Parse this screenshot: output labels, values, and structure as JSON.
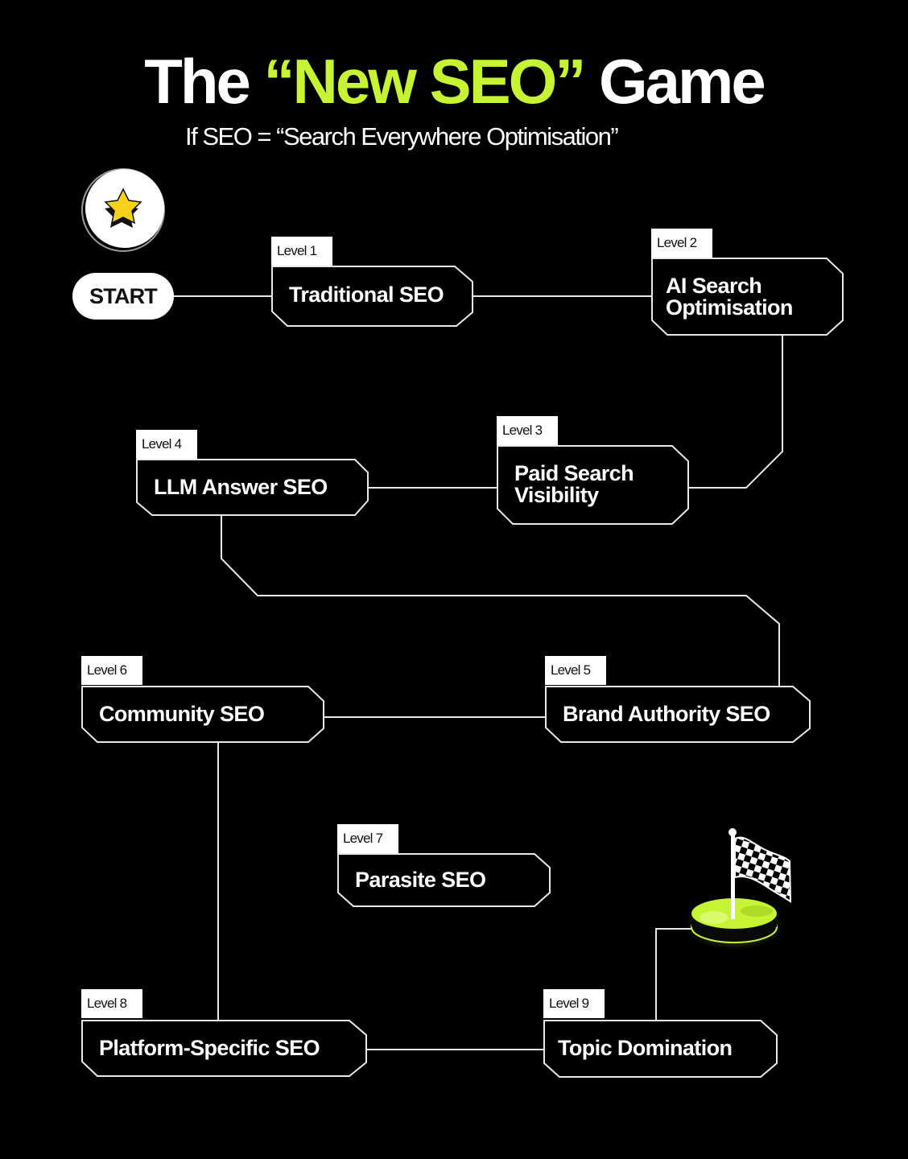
{
  "header": {
    "title_prefix": "The ",
    "title_accent": "“New SEO”",
    "title_suffix": " Game",
    "subtitle": "If SEO = “Search Everywhere Optimisation”"
  },
  "start": {
    "label": "START",
    "icon": "star-icon"
  },
  "levels": [
    {
      "tag": "Level 1",
      "name": "Traditional SEO"
    },
    {
      "tag": "Level 2",
      "name_lines": [
        "AI Search",
        "Optimisation"
      ]
    },
    {
      "tag": "Level 3",
      "name_lines": [
        "Paid Search",
        "Visibility"
      ]
    },
    {
      "tag": "Level 4",
      "name": "LLM Answer SEO"
    },
    {
      "tag": "Level 5",
      "name": "Brand Authority SEO"
    },
    {
      "tag": "Level 6",
      "name": "Community SEO"
    },
    {
      "tag": "Level 7",
      "name": "Parasite SEO"
    },
    {
      "tag": "Level 8",
      "name": "Platform-Specific SEO"
    },
    {
      "tag": "Level 9",
      "name": "Topic Domination"
    }
  ],
  "finish": {
    "icon": "checkered-flag-icon"
  },
  "colors": {
    "background": "#000000",
    "accent": "#c6f432",
    "star": "#f7d21a",
    "line": "#ffffff"
  }
}
